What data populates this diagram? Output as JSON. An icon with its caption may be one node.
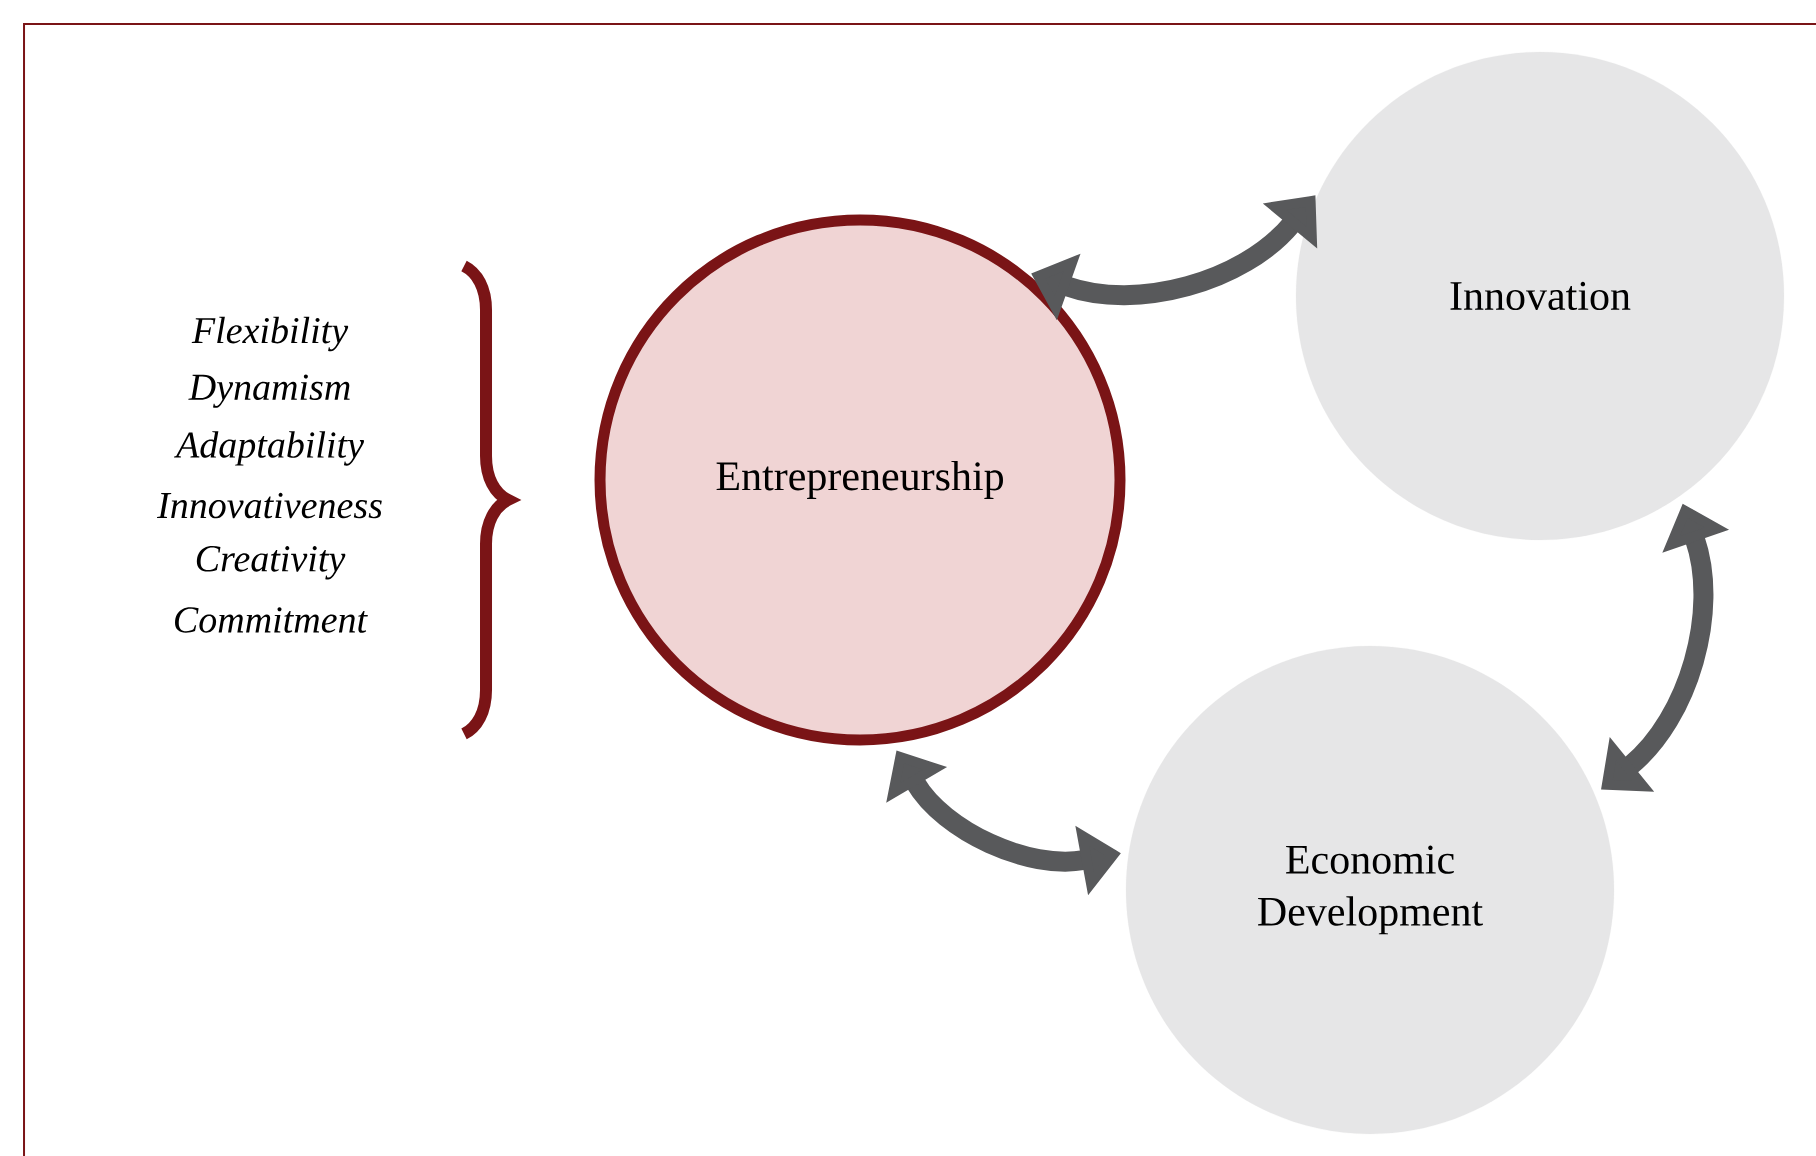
{
  "diagram": {
    "nodes": [
      {
        "text": [
          "Entrepreneurship"
        ]
      },
      {
        "text": [
          "Innovation"
        ]
      },
      {
        "text": [
          "Economic Development"
        ]
      }
    ],
    "edges": [
      {
        "from": 0,
        "to": 1,
        "arrow": "both"
      },
      {
        "from": 1,
        "to": 2,
        "arrow": "both"
      },
      {
        "from": 0,
        "to": 2,
        "arrow": "both"
      }
    ],
    "labels": [
      "Flexibility",
      "Dynamism",
      "Adaptability",
      "Innovativeness",
      "Creativity",
      "Commitment"
    ]
  }
}
